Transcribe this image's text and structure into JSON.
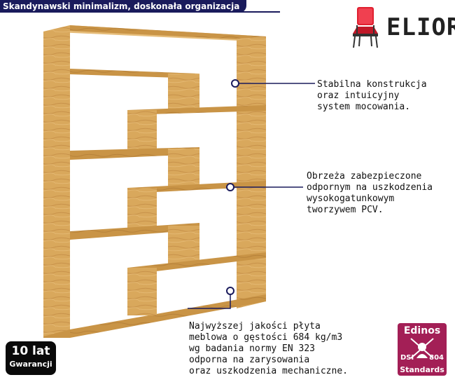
{
  "header": {
    "tagline": "Skandynawski minimalizm, doskonała organizacja"
  },
  "brand": {
    "name": "ELIOR",
    "icon": "chair-icon",
    "icon_color": "#e02030"
  },
  "callouts": [
    {
      "text": "Stabilna konstrukcja\noraz intuicyjny\nsystem mocowania."
    },
    {
      "text": "Obrzeża zabezpieczone\nodpornym na uszkodzenia\nwysokogatunkowym\ntworzywem PCV."
    },
    {
      "text": "Najwyższej jakości płyta\nmeblowa o gęstości 684 kg/m3\nwg badania normy EN 323\nodporna na zarysowania\noraz uszkodzenia mechaniczne."
    }
  ],
  "warranty": {
    "years": "10 lat",
    "label": "Gwarancji"
  },
  "certificate": {
    "title": "Edinos",
    "left": "DSI",
    "right": "804",
    "bottom": "Standards",
    "color": "#a31f56"
  },
  "colors": {
    "navy": "#1a1b5c",
    "wood": "#d9a85c"
  }
}
